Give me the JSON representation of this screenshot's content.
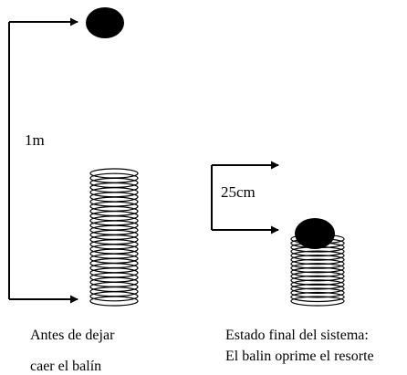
{
  "labels": {
    "height": "1m",
    "compression": "25cm",
    "before_line1": "Antes de dejar",
    "before_line2": "caer el balín",
    "after_line1": "Estado final del sistema:",
    "after_line2": "El balin oprime el resorte"
  },
  "colors": {
    "ink": "#000000",
    "background": "#ffffff"
  }
}
